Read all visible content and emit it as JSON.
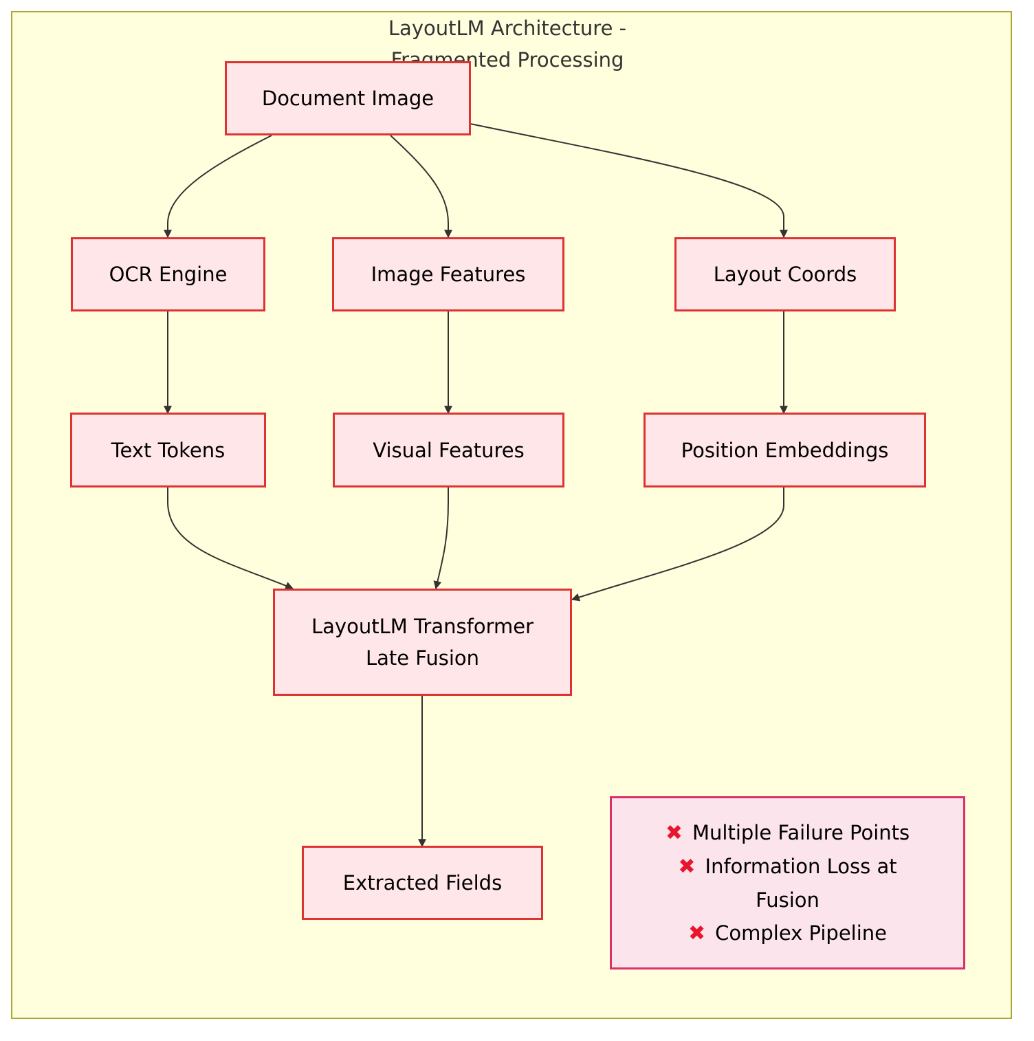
{
  "diagram": {
    "title": "LayoutLM Architecture -\nFragmented Processing",
    "nodes": {
      "document_image": "Document Image",
      "ocr_engine": "OCR Engine",
      "image_features": "Image Features",
      "layout_coords": "Layout Coords",
      "text_tokens": "Text Tokens",
      "visual_features": "Visual Features",
      "position_embeddings": "Position Embeddings",
      "transformer": "LayoutLM Transformer\nLate Fusion",
      "extracted_fields": "Extracted Fields"
    },
    "edges": [
      [
        "document_image",
        "ocr_engine"
      ],
      [
        "document_image",
        "image_features"
      ],
      [
        "document_image",
        "layout_coords"
      ],
      [
        "ocr_engine",
        "text_tokens"
      ],
      [
        "image_features",
        "visual_features"
      ],
      [
        "layout_coords",
        "position_embeddings"
      ],
      [
        "text_tokens",
        "transformer"
      ],
      [
        "visual_features",
        "transformer"
      ],
      [
        "position_embeddings",
        "transformer"
      ],
      [
        "transformer",
        "extracted_fields"
      ]
    ],
    "note": {
      "icon": "cross-mark-icon",
      "items": [
        "Multiple Failure Points",
        "Information Loss at",
        "Fusion",
        "Complex Pipeline"
      ]
    },
    "colors": {
      "cluster_fill": "#ffffde",
      "cluster_border": "#aaaa33",
      "node_fill": "#ffe6e9",
      "node_border": "#dd3333",
      "note_fill": "#fce4ec",
      "note_border": "#d9326b",
      "edge": "#333333",
      "cross": "#e8152c"
    }
  }
}
